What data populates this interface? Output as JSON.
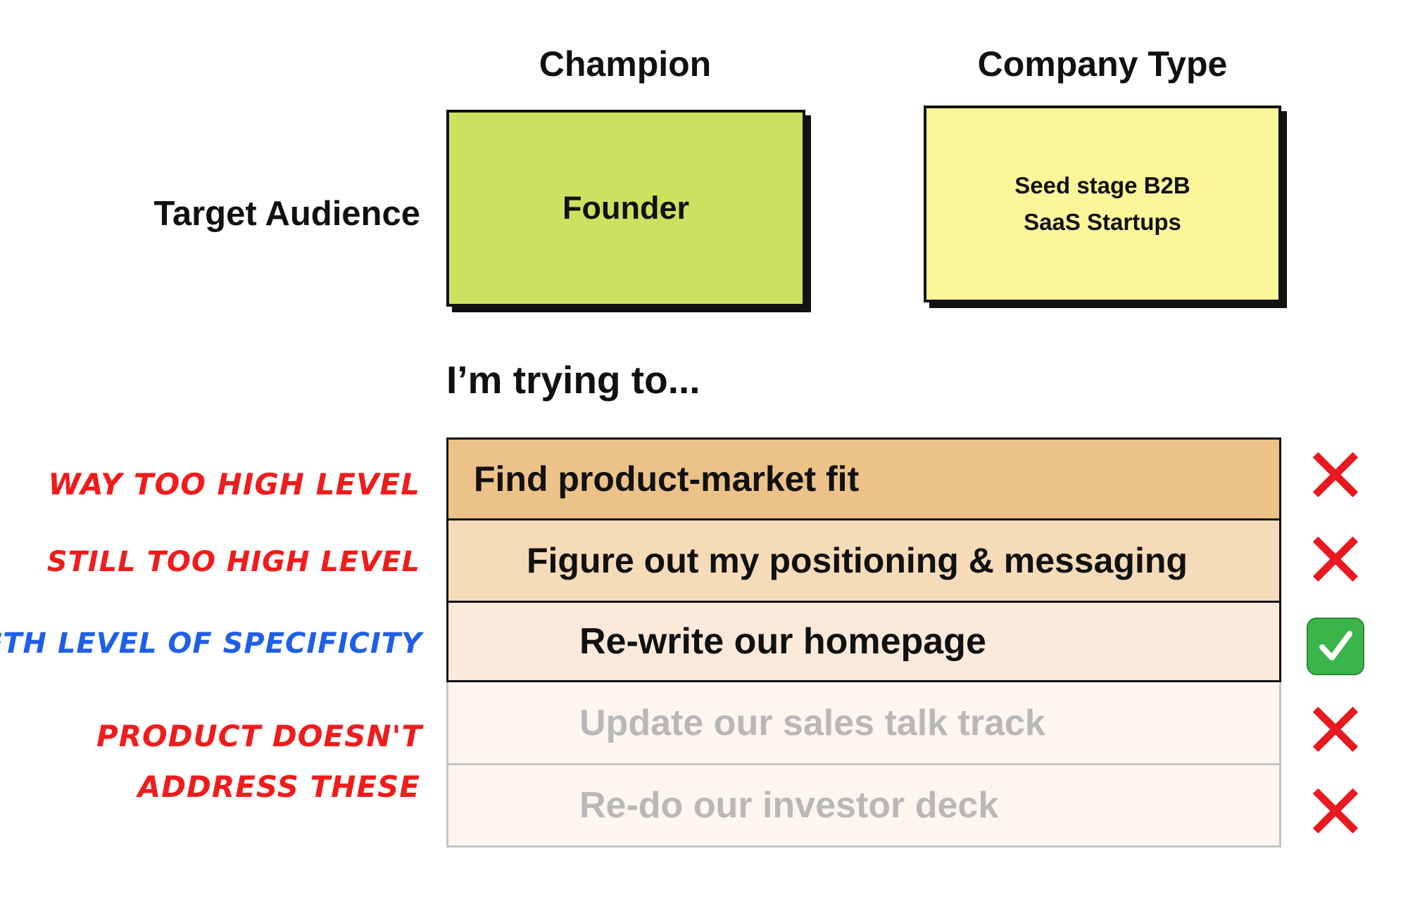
{
  "columns": {
    "champion": "Champion",
    "company_type": "Company Type"
  },
  "row_label": "Target Audience",
  "champion_card": {
    "text": "Founder",
    "color": "#cbe160"
  },
  "company_card": {
    "line1": "Seed stage B2B",
    "line2": "SaaS Startups",
    "color": "#fdf59a"
  },
  "trying_heading": "I’m trying to...",
  "goals": [
    {
      "text": "Find product-market fit",
      "bg": "#ecc289",
      "text_color": "#111111",
      "status": "x"
    },
    {
      "text": "Figure out my positioning & messaging",
      "bg": "#f6dbb8",
      "text_color": "#111111",
      "status": "x"
    },
    {
      "text": "Re-write our homepage",
      "bg": "#fbeada",
      "text_color": "#111111",
      "status": "check"
    },
    {
      "text": "Update our sales talk track",
      "bg": "#fcf6ef",
      "text_color": "#b8b8b8",
      "status": "x"
    },
    {
      "text": "Re-do our investor deck",
      "bg": "#fcf6ef",
      "text_color": "#b8b8b8",
      "status": "x"
    }
  ],
  "annotations": {
    "way_too_high": "Way too high level",
    "still_too_high": "still too high level",
    "right_level": "Rigth level of specificity",
    "not_addressed_line1": "Product doesn't",
    "not_addressed_line2": "address these"
  },
  "colors": {
    "annotation_red": "#f01c1c",
    "annotation_blue": "#1f5fe8",
    "x_mark": "#e8191f",
    "check_mark": "#3bb54a"
  },
  "icons": {
    "x": "cross-mark-icon",
    "check": "check-mark-icon"
  }
}
